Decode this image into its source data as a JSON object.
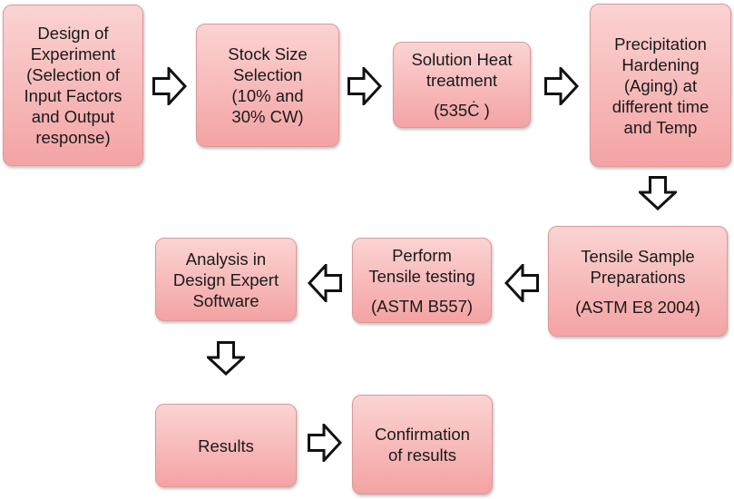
{
  "steps": {
    "design": {
      "lines": [
        "Design of",
        "Experiment",
        "(Selection of",
        "Input Factors",
        "and Output",
        "response)"
      ]
    },
    "stock": {
      "lines": [
        "Stock Size",
        "Selection",
        "(10% and",
        "30% CW)"
      ]
    },
    "solution": {
      "lines": [
        "Solution Heat",
        "treatment"
      ],
      "note": "(535Ċ )"
    },
    "precip": {
      "lines": [
        "Precipitation",
        "Hardening",
        "(Aging) at",
        "different time",
        "and Temp"
      ]
    },
    "tensile_prep": {
      "lines": [
        "Tensile Sample",
        "Preparations"
      ],
      "note": "(ASTM E8 2004)"
    },
    "tensile_test": {
      "lines": [
        "Perform",
        "Tensile testing"
      ],
      "note": "(ASTM B557)"
    },
    "analysis": {
      "lines": [
        "Analysis in",
        "Design Expert",
        "Software"
      ]
    },
    "results": {
      "lines": [
        "Results"
      ]
    },
    "confirmation": {
      "lines": [
        "Confirmation",
        "of results"
      ]
    }
  }
}
